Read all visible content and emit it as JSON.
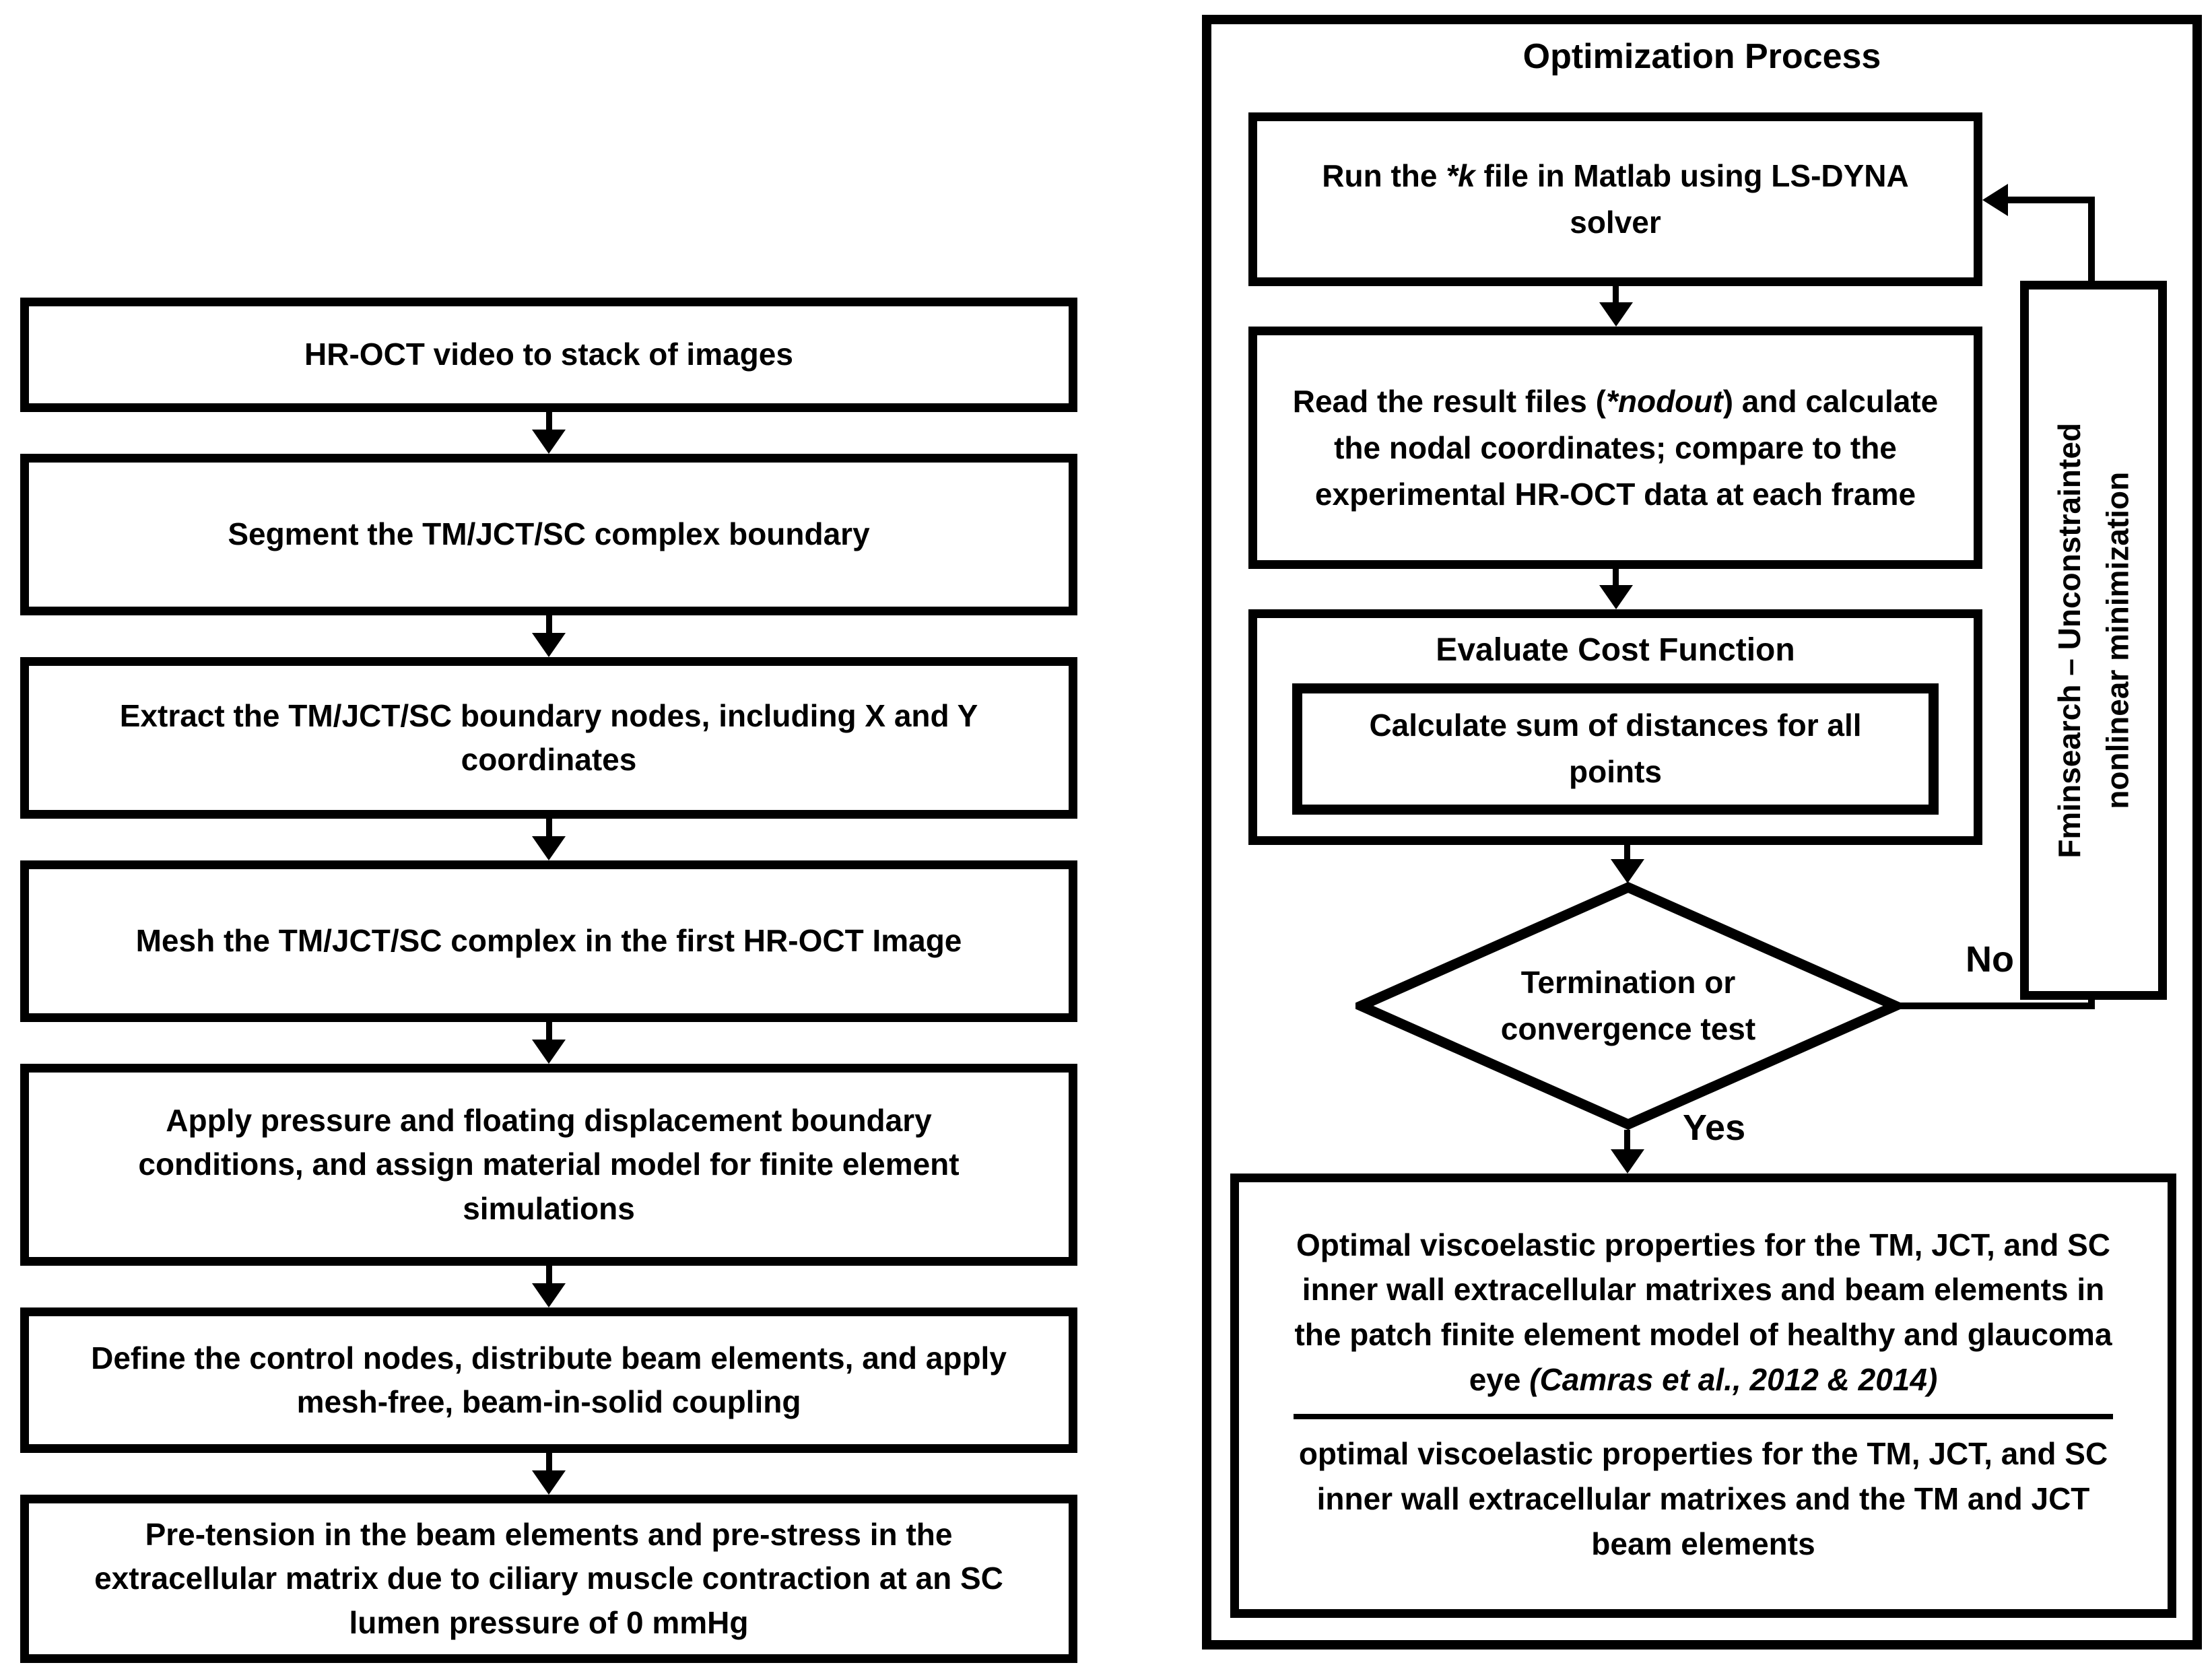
{
  "palette": {
    "ink": "#000000",
    "paper": "#ffffff"
  },
  "left_flow": {
    "steps": [
      "HR-OCT video to stack of images",
      "Segment the TM/JCT/SC complex boundary",
      "Extract the TM/JCT/SC boundary nodes, including X and Y coordinates",
      "Mesh the TM/JCT/SC complex in the first HR-OCT Image",
      "Apply pressure and floating displacement boundary conditions, and assign material model for finite element simulations",
      "Define the control nodes, distribute beam elements, and apply mesh-free, beam-in-solid coupling",
      "Pre-tension in the beam elements and pre-stress in the extracellular matrix due to ciliary muscle contraction at an SC lumen pressure of 0 mmHg"
    ]
  },
  "optimization": {
    "title": "Optimization Process",
    "run_box": {
      "pre": "Run the ",
      "italic": "*k",
      "post": " file in Matlab using LS-DYNA solver"
    },
    "read_box": {
      "pre": "Read the result files (",
      "italic": "*nodout",
      "post": ") and calculate the nodal coordinates; compare to the experimental HR-OCT data at each frame"
    },
    "evaluate_box": {
      "title": "Evaluate Cost Function",
      "inner": "Calculate sum of distances for all points"
    },
    "decision": {
      "text": "Termination or convergence test",
      "yes_label": "Yes",
      "no_label": "No"
    },
    "minimizer_box": {
      "line1": "Fminsearch – Unconstrainted",
      "line2": "nonlinear minimization"
    },
    "result_box": {
      "primary_pre": "Optimal viscoelastic properties for the TM, JCT, and SC inner wall extracellular matrixes and beam elements in the patch finite element model of healthy and glaucoma eye ",
      "primary_italic": "(Camras et al., 2012 & 2014)",
      "secondary": "optimal viscoelastic properties for the TM, JCT, and SC inner wall extracellular matrixes and the TM and JCT beam elements"
    }
  }
}
